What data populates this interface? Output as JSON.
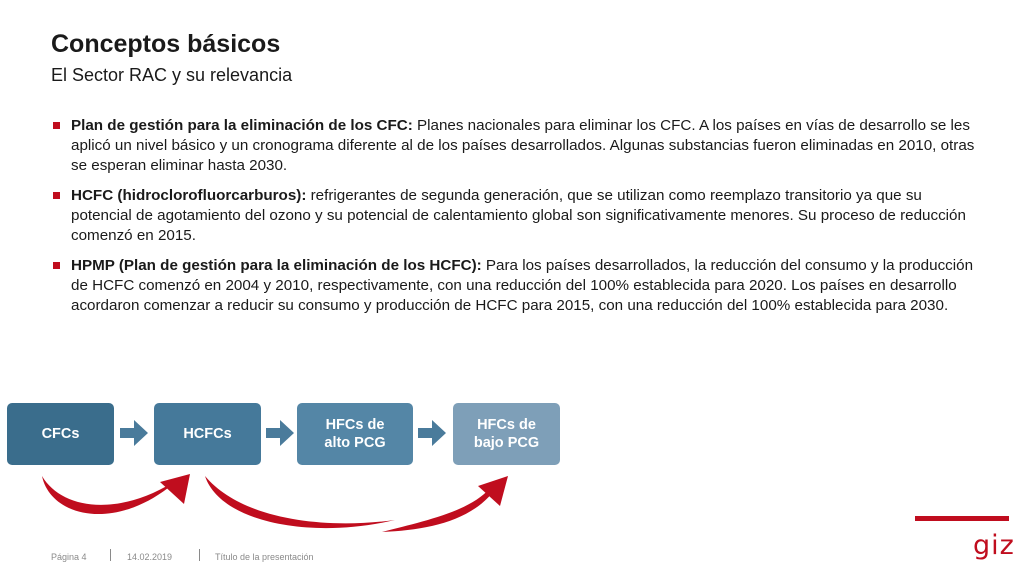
{
  "header": {
    "title": "Conceptos básicos",
    "subtitle": "El Sector RAC y su relevancia"
  },
  "bullets": [
    {
      "bold": "Plan de gestión para la eliminación de los CFC:",
      "text": " Planes nacionales para eliminar los CFC. A los países en vías de desarrollo se les aplicó un nivel básico y un cronograma diferente al de los países desarrollados. Algunas substancias fueron eliminadas en 2010, otras se esperan eliminar hasta 2030."
    },
    {
      "bold": "HCFC (hidroclorofluorcarburos):",
      "text": " refrigerantes de segunda generación, que se utilizan como reemplazo transitorio ya que su potencial de agotamiento del ozono y su potencial de calentamiento global son significativamente menores. Su proceso de reducción comenzó en 2015."
    },
    {
      "bold": "HPMP (Plan de gestión para la eliminación de los HCFC):",
      "text": " Para los países desarrollados, la reducción del consumo y la producción de HCFC comenzó en 2004 y 2010, respectivamente, con una reducción del 100% establecida para 2020. Los países en desarrollo acordaron comenzar a reducir su consumo y producción de HCFC para 2015, con una reducción del 100% establecida para 2030."
    }
  ],
  "flow": {
    "boxes": [
      {
        "line1": "CFCs",
        "line2": "",
        "color": "#3a6d8c"
      },
      {
        "line1": "HCFCs",
        "line2": "",
        "color": "#45799a"
      },
      {
        "line1": "HFCs de",
        "line2": "alto PCG",
        "color": "#5486a6"
      },
      {
        "line1": "HFCs de",
        "line2": "bajo PCG",
        "color": "#7e9fb8"
      }
    ],
    "arrow_color": "#4a7b9b",
    "curve_color": "#c00d1e"
  },
  "footer": {
    "page": "Página 4",
    "date": "14.02.2019",
    "presentation_title": "Título de la presentación"
  },
  "brand": {
    "logo": "giz",
    "accent": "#c00d1e"
  }
}
